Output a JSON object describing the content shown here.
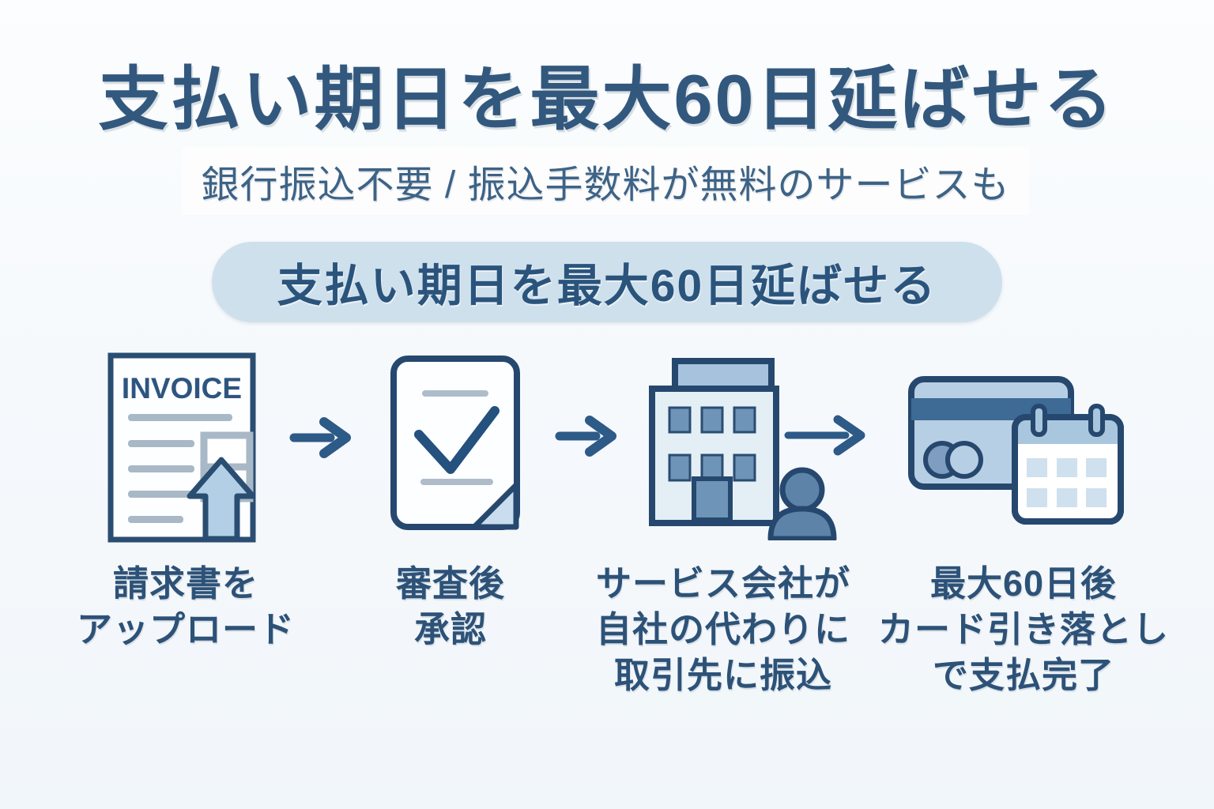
{
  "header": {
    "title": "支払い期日を最大60日延ばせる",
    "subtitle": "銀行振込不要 / 振込手数料が無料のサービスも",
    "badge": "支払い期日を最大60日延ばせる"
  },
  "steps": [
    {
      "icon": "invoice-upload-icon",
      "doc_label": "INVOICE",
      "lines": [
        "請求書を",
        "アップロード"
      ]
    },
    {
      "icon": "approval-check-icon",
      "lines": [
        "審査後",
        "承認"
      ]
    },
    {
      "icon": "service-company-transfer-icon",
      "lines": [
        "サービス会社が",
        "自社の代わりに",
        "取引先に振込"
      ]
    },
    {
      "icon": "card-payment-calendar-icon",
      "lines": [
        "最大60日後",
        "カード引き落とし",
        "で支払完了"
      ]
    }
  ],
  "icons": {
    "flow_arrow": "arrow-right-icon"
  },
  "colors": {
    "title_text": "#33587e",
    "subtitle_text": "#3d6386",
    "badge_bg": "#cfe0ed",
    "badge_text": "#2b547c",
    "caption_text": "#2d5278",
    "icon_outline": "#26486e",
    "icon_mid_blue": "#7094b8",
    "icon_person_blue": "#5d83a9",
    "icon_light_blue": "#b7cfe4",
    "icon_pale_blue": "#e4eef5",
    "icon_gray_line": "#a9b8c6",
    "arrow_color": "#2d5a87",
    "background": "#f5f8fb"
  }
}
